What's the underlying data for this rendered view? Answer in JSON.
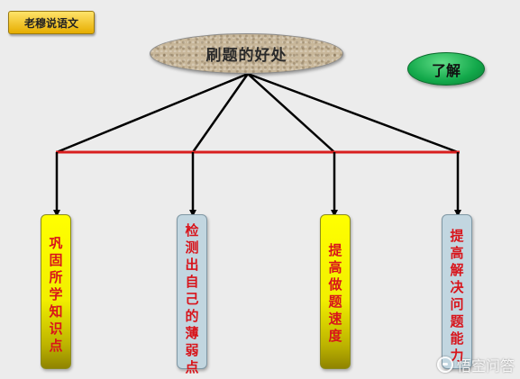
{
  "header": {
    "tag": "老穆说语文"
  },
  "diagram": {
    "root": "刷题的好处",
    "branches": [
      {
        "text": "巩固所学知识点",
        "style": "yellow"
      },
      {
        "text": "检测出自己的薄弱点",
        "style": "blue"
      },
      {
        "text": "提高做题速度",
        "style": "yellow"
      },
      {
        "text": "提高解决问题能力",
        "style": "blue"
      }
    ]
  },
  "actions": {
    "learn_label": "了解"
  },
  "watermark": {
    "text": "悟空问答",
    "icon": "wukong-icon"
  },
  "colors": {
    "connector_red": "#d81e1e",
    "connector_black": "#000000",
    "box_yellow": "#ffff00",
    "box_blue": "#c2d6e0",
    "text_red": "#d8141b",
    "button_green": "#12a84a",
    "tag_gold": "#f5c400"
  }
}
